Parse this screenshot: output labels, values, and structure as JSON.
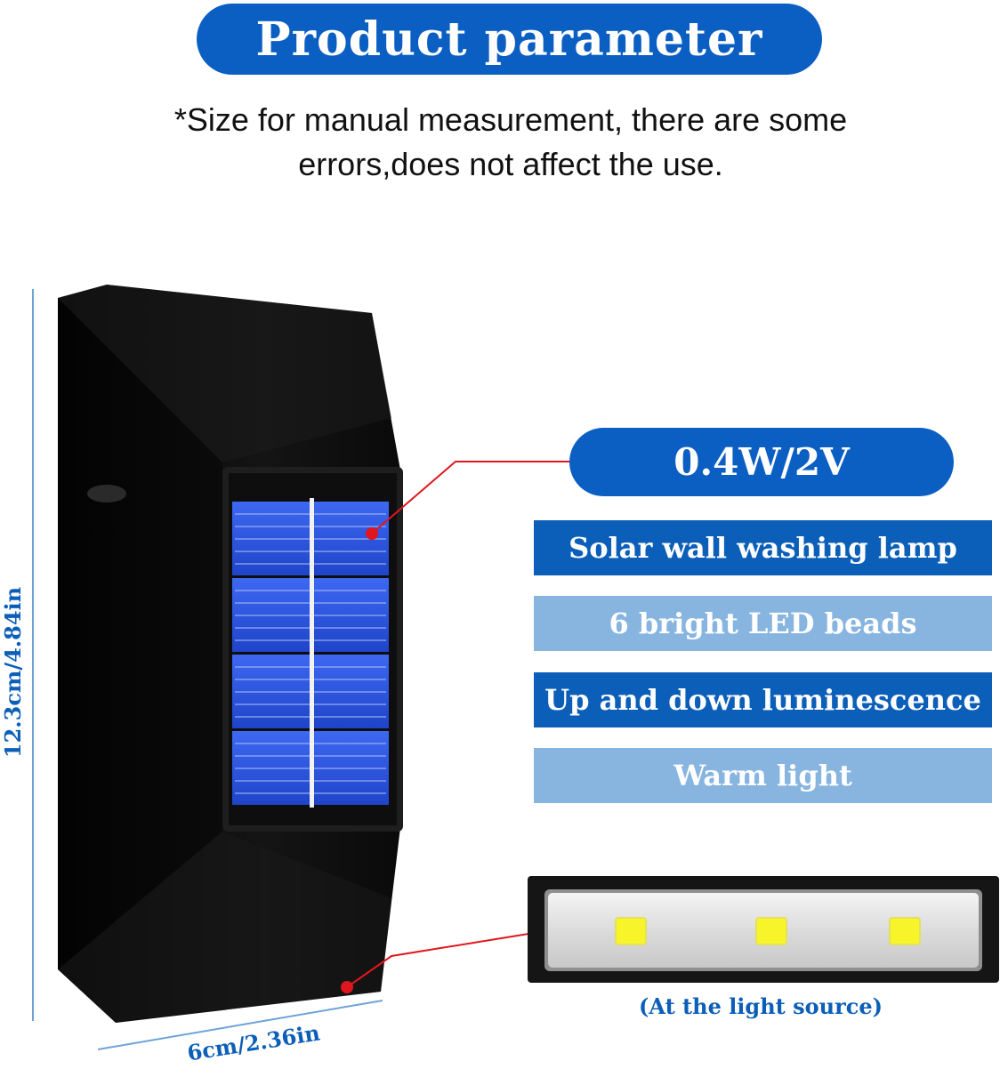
{
  "header": {
    "title": "Product parameter"
  },
  "note": {
    "line1": "*Size for manual measurement, there are some",
    "line2": "errors,does not affect the use."
  },
  "spec": {
    "power": "0.4W/2V"
  },
  "features": [
    "Solar wall washing lamp",
    "6 bright LED beads",
    "Up and down luminescence",
    "Warm light"
  ],
  "dimensions": {
    "height": "12.3cm/4.84in",
    "width": "6cm/2.36in"
  },
  "light_source_caption": "(At the light source)",
  "colors": {
    "brand_blue": "#0c5fc2",
    "light_blue": "#87b5e0",
    "lamp_body": "#0b0b0b",
    "solar_cell": "#2b56e6",
    "indicator_red": "#e0161e",
    "led": "#f7f52a"
  }
}
